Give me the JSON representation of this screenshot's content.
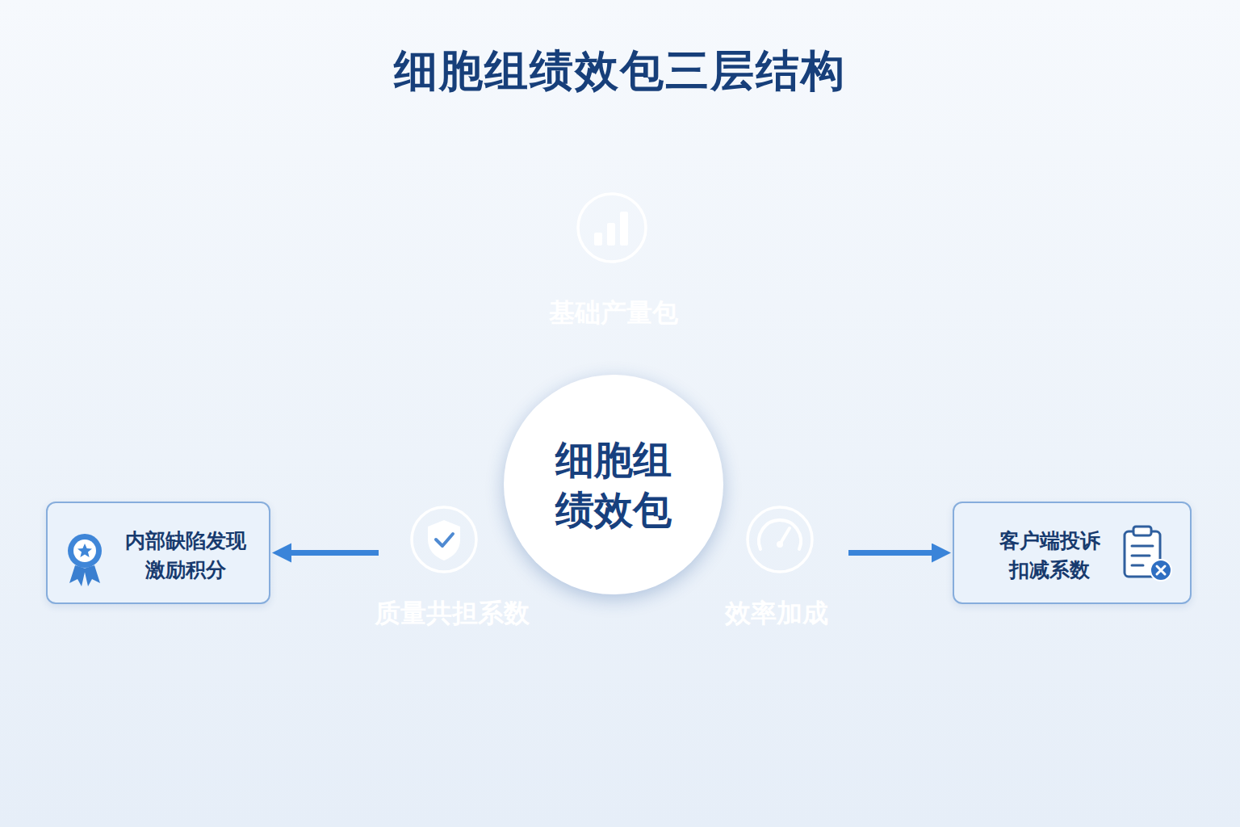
{
  "diagram": {
    "title": "细胞组绩效包三层结构",
    "nodes": [
      {
        "text": [
          "基础产量包"
        ]
      },
      {
        "text": [
          "细胞组 绩效包"
        ]
      },
      {
        "text": [
          "质量共担系数"
        ]
      },
      {
        "text": [
          "效率加成"
        ]
      },
      {
        "text": [
          "内部缺陷发现 激励积分"
        ]
      },
      {
        "text": [
          "客户端投诉 扣减系数"
        ]
      }
    ],
    "edges": [
      {
        "from": 2,
        "to": 4,
        "arrow": "to"
      },
      {
        "from": 3,
        "to": 5,
        "arrow": "to"
      }
    ]
  }
}
